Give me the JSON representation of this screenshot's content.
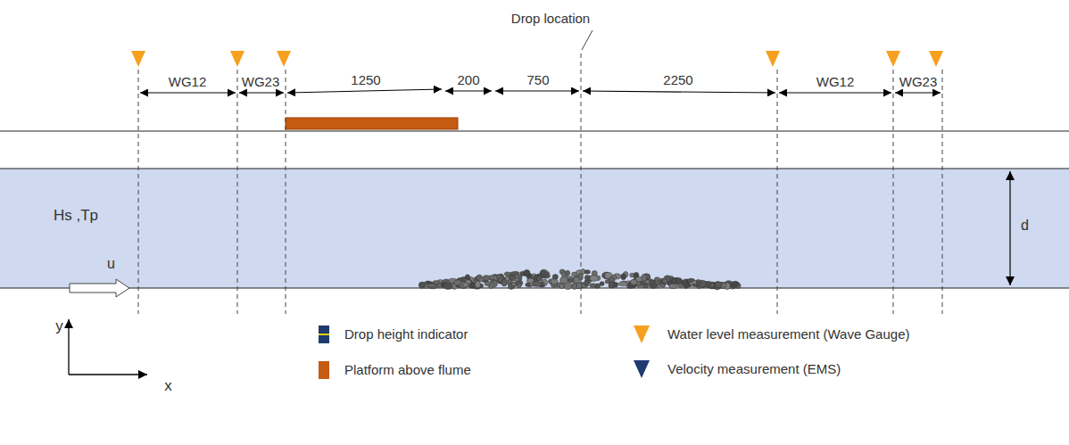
{
  "diagram": {
    "nodes": [
      {
        "text": [
          "Hs ,Tp",
          "u",
          "d"
        ]
      }
    ],
    "labels": [
      "Drop location",
      "WG12",
      "WG23",
      "1250",
      "200",
      "750",
      "2250",
      "WG12",
      "WG23",
      "y",
      "x"
    ],
    "legend": [
      {
        "text": "Drop height indicator"
      },
      {
        "text": "Platform above flume",
        "color": "#c55a11"
      },
      {
        "text": "Water level measurement (Wave Gauge)"
      },
      {
        "text": "Velocity measurement (EMS)"
      }
    ]
  }
}
